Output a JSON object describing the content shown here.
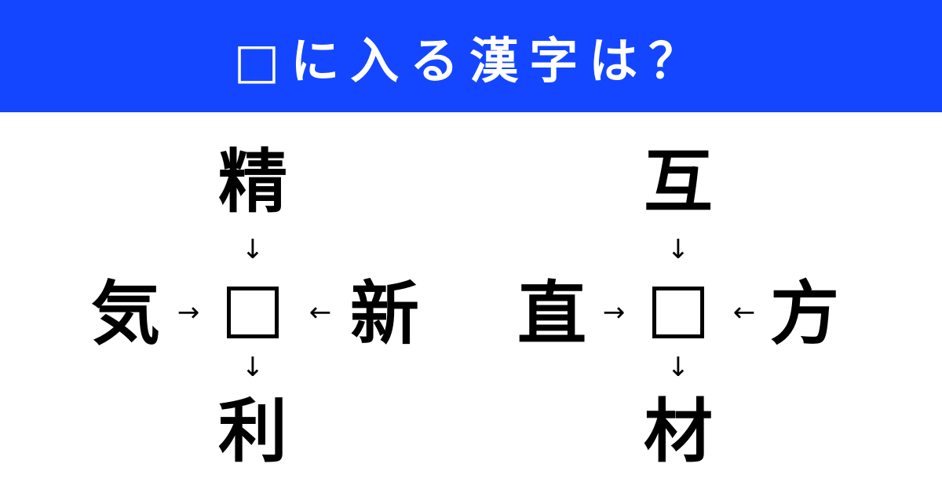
{
  "header": {
    "title": "□に入る漢字は？"
  },
  "puzzles": [
    {
      "top": "精",
      "left": "気",
      "right": "新",
      "bottom": "利"
    },
    {
      "top": "互",
      "left": "直",
      "right": "方",
      "bottom": "材"
    }
  ],
  "arrows": {
    "down": "↓",
    "right": "→",
    "left": "←"
  },
  "colors": {
    "header_bg": "#1446ff",
    "text": "#000000"
  }
}
